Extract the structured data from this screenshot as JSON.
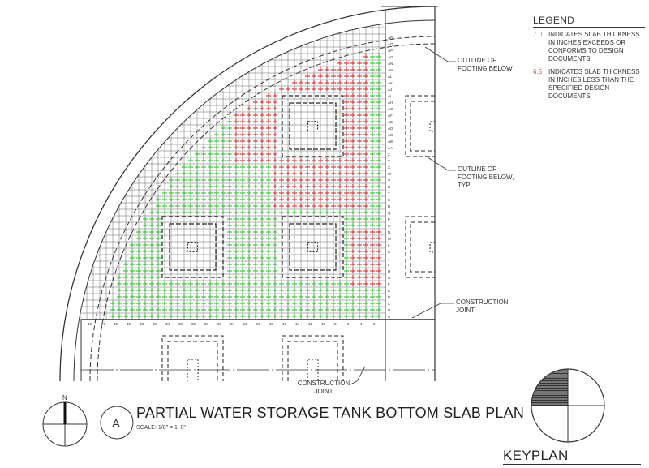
{
  "legend": {
    "title": "LEGEND",
    "items": [
      {
        "value": "7.0",
        "color": "#3cc83c",
        "text": "INDICATES SLAB THICKNESS IN INCHES EXCEEDS OR CONFORMS TO DESIGN DOCUMENTS"
      },
      {
        "value": "6.5",
        "color": "#e03c3c",
        "text": "INDICATES SLAB THICKNESS IN INCHES LESS THAN THE SPECIFIED DESIGN DOCUMENTS"
      }
    ]
  },
  "notes": {
    "footing_outline": "OUTLINE OF FOOTING BELOW",
    "footing_outline_typ": "OUTLINE OF FOOTING BELOW, TYP.",
    "construction_joint_right": "CONSTRUCTION JOINT",
    "construction_joint_bottom": "CONSTRUCTION JOINT"
  },
  "grid": {
    "row_labels": [
      "A",
      "B",
      "C",
      "D",
      "E",
      "F",
      "G",
      "H",
      "I",
      "J",
      "K",
      "L",
      "M",
      "N",
      "O",
      "P",
      "Q",
      "R",
      "S",
      "T",
      "U",
      "V",
      "W",
      "X",
      "Y",
      "Z",
      "AA",
      "AB",
      "AC",
      "AD",
      "AE",
      "AF",
      "AG",
      "AH",
      "AI",
      "AJ",
      "AK",
      "AL",
      "AM",
      "AN",
      "AO",
      "AP",
      "AQ",
      "AR"
    ],
    "column_labels": [
      "2",
      "4",
      "6",
      "8",
      "10",
      "12",
      "14",
      "16",
      "18",
      "20",
      "22",
      "24",
      "26",
      "28",
      "30",
      "32",
      "34",
      "36",
      "38",
      "40",
      "42",
      "44",
      "46"
    ]
  },
  "north_arrow": {
    "label": "N"
  },
  "drawing": {
    "tag": "A",
    "title": "PARTIAL WATER STORAGE TANK BOTTOM SLAB PLAN",
    "scale": "SCALE: 1/8\" = 1'-0\""
  },
  "keyplan": {
    "label": "KEYPLAN"
  },
  "colors": {
    "pass": "#3cc83c",
    "fail": "#e03c3c",
    "line": "#333333"
  }
}
